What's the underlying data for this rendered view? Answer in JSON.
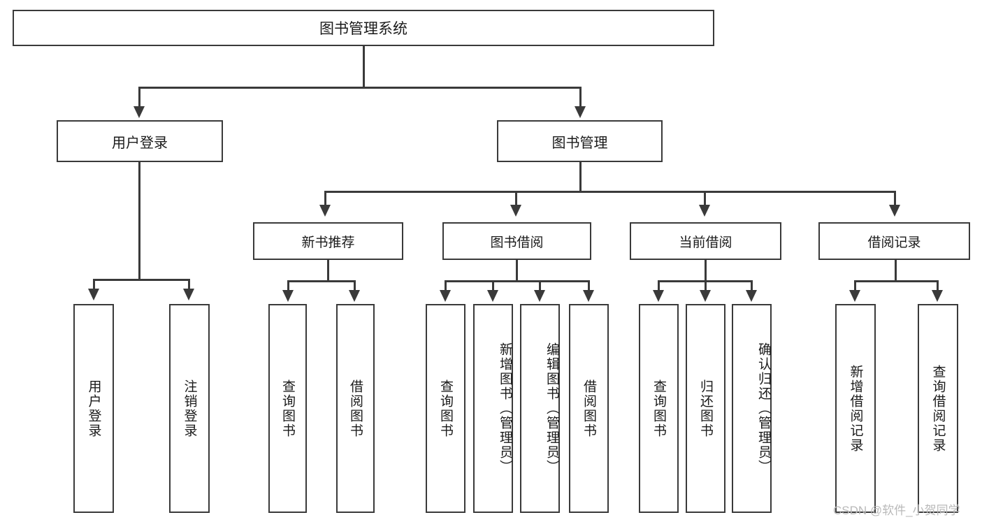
{
  "diagram": {
    "title": "图书管理系统",
    "type": "tree-hierarchy",
    "root": {
      "label": "图书管理系统"
    },
    "level1": [
      {
        "label": "用户登录"
      },
      {
        "label": "图书管理"
      }
    ],
    "level2": [
      {
        "label": "新书推荐"
      },
      {
        "label": "图书借阅"
      },
      {
        "label": "当前借阅"
      },
      {
        "label": "借阅记录"
      }
    ],
    "leaves": {
      "user_login": [
        {
          "label": "用户登录"
        },
        {
          "label": "注销登录"
        }
      ],
      "new_book_recommend": [
        {
          "label": "查询图书"
        },
        {
          "label": "借阅图书"
        }
      ],
      "book_borrow": [
        {
          "label": "查询图书"
        },
        {
          "label": "新增图书（管理员）"
        },
        {
          "label": "编辑图书（管理员）"
        },
        {
          "label": "借阅图书"
        }
      ],
      "current_borrow": [
        {
          "label": "查询图书"
        },
        {
          "label": "归还图书"
        },
        {
          "label": "确认归还（管理员）"
        }
      ],
      "borrow_record": [
        {
          "label": "新增借阅记录"
        },
        {
          "label": "查询借阅记录"
        }
      ]
    }
  },
  "watermark": {
    "text": "CSDN @软件_小贺同学"
  },
  "colors": {
    "stroke": "#3a3a3a",
    "background": "#ffffff",
    "text": "#1a1a1a",
    "watermark": "#b9b9b9"
  }
}
